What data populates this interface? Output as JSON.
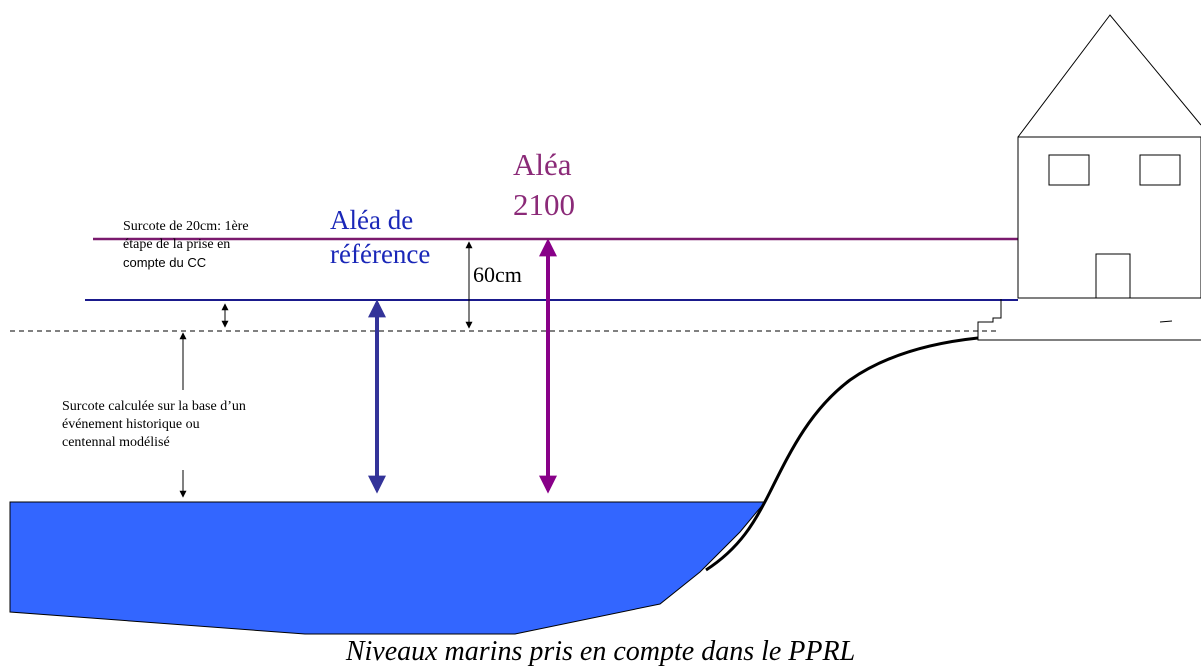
{
  "labels": {
    "surcote_20cm": [
      "Surcote de 20cm: 1ère",
      "étape de la prise en",
      "compte du CC"
    ],
    "surcote_calculee": [
      "Surcote calculée sur la base d’un",
      "événement historique ou",
      "centennal modélisé"
    ],
    "alea_reference": [
      "Aléa de",
      "référence"
    ],
    "alea_2100": [
      "Aléa",
      "2100"
    ],
    "sixty_cm": "60cm"
  },
  "caption": "Niveaux marins pris en compte dans le PPRL",
  "colors": {
    "water": "#3366ff",
    "alea_reference": "#1a27b8",
    "alea_reference_arrow": "#333399",
    "alea_2100": "#8b2a78",
    "alea_2100_arrow": "#880088",
    "level_2100_line": "#7a1a6e",
    "level_reference_line": "#1a1a8c"
  }
}
